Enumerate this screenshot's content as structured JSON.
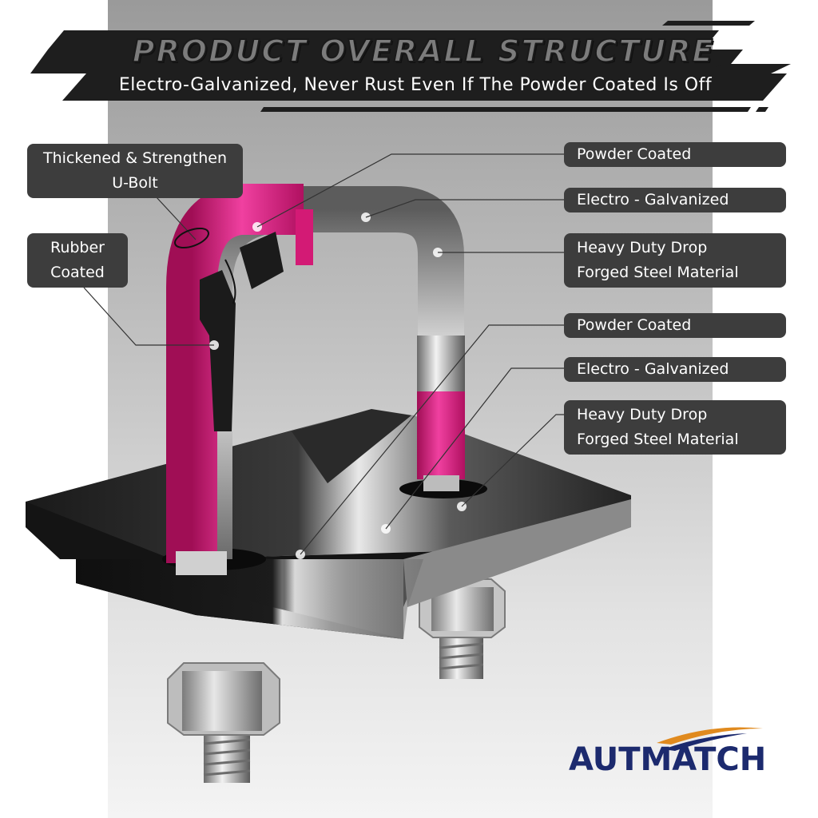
{
  "header": {
    "title": "PRODUCT OVERALL STRUCTURE",
    "subtitle": "Electro-Galvanized, Never Rust Even If The Powder Coated Is Off"
  },
  "callouts": {
    "left_top": "Thickened & Strengthen U-Bolt",
    "left_top_line1": "Thickened & Strengthen",
    "left_top_line2": "U-Bolt",
    "left_bottom_line1": "Rubber",
    "left_bottom_line2": "Coated",
    "right": [
      {
        "line1": "Powder Coated",
        "line2": ""
      },
      {
        "line1": "Electro - Galvanized",
        "line2": ""
      },
      {
        "line1": "Heavy Duty Drop",
        "line2": "Forged Steel Material"
      },
      {
        "line1": "Powder Coated",
        "line2": ""
      },
      {
        "line1": "Electro - Galvanized",
        "line2": ""
      },
      {
        "line1": "Heavy Duty Drop",
        "line2": "Forged Steel Material"
      }
    ]
  },
  "brand": {
    "name": "AUTMATCH",
    "text_color": "#1c2a6e",
    "swoosh_color": "#e08a1e"
  },
  "colors": {
    "accent_pink": "#e0187a",
    "label_bg": "#3d3d3d",
    "banner_bg": "#1e1e1e"
  }
}
